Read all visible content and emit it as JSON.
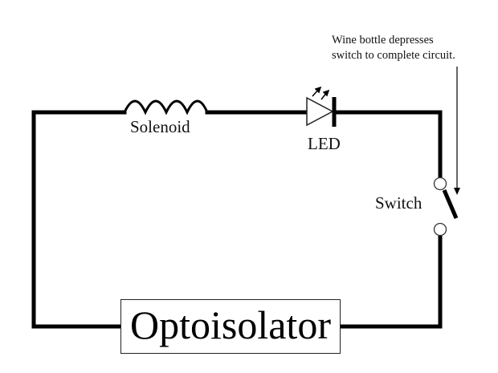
{
  "diagram": {
    "type": "circuit",
    "components": {
      "solenoid": {
        "label": "Solenoid",
        "symbol": "coil-icon"
      },
      "led": {
        "label": "LED",
        "symbol": "led-diode-icon"
      },
      "switch": {
        "label": "Switch",
        "symbol": "spst-switch-icon",
        "state": "open"
      },
      "optoisolator": {
        "label": "Optoisolator",
        "symbol": "labeled-box"
      }
    },
    "annotation": {
      "lines": [
        "Wine bottle depresses",
        "switch to complete circuit."
      ],
      "pointer": "down-arrow-icon"
    },
    "colors": {
      "wire": "#000000",
      "background": "#ffffff"
    }
  }
}
